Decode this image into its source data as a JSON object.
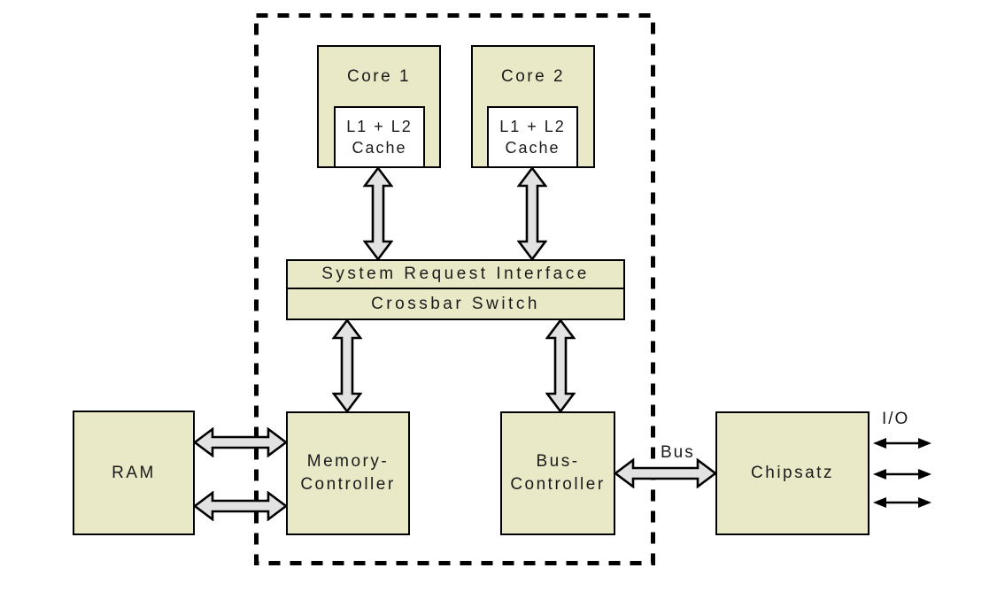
{
  "colors": {
    "background": "#ffffff",
    "box_fill": "#e9e9c8",
    "arrow_fill": "#e2e2e2",
    "border": "#000000",
    "text": "#1a1a1a"
  },
  "nodes": {
    "core1": {
      "label": "Core 1",
      "cache_line1": "L1 + L2",
      "cache_line2": "Cache"
    },
    "core2": {
      "label": "Core 2",
      "cache_line1": "L1 + L2",
      "cache_line2": "Cache"
    },
    "sri": {
      "label": "System Request Interface"
    },
    "crossbar": {
      "label": "Crossbar Switch"
    },
    "ram": {
      "label": "RAM"
    },
    "memory_controller": {
      "line1": "Memory-",
      "line2": "Controller"
    },
    "bus_controller": {
      "line1": "Bus-",
      "line2": "Controller"
    },
    "chipset": {
      "label": "Chipsatz"
    }
  },
  "labels": {
    "bus": "Bus",
    "io": "I/O"
  }
}
